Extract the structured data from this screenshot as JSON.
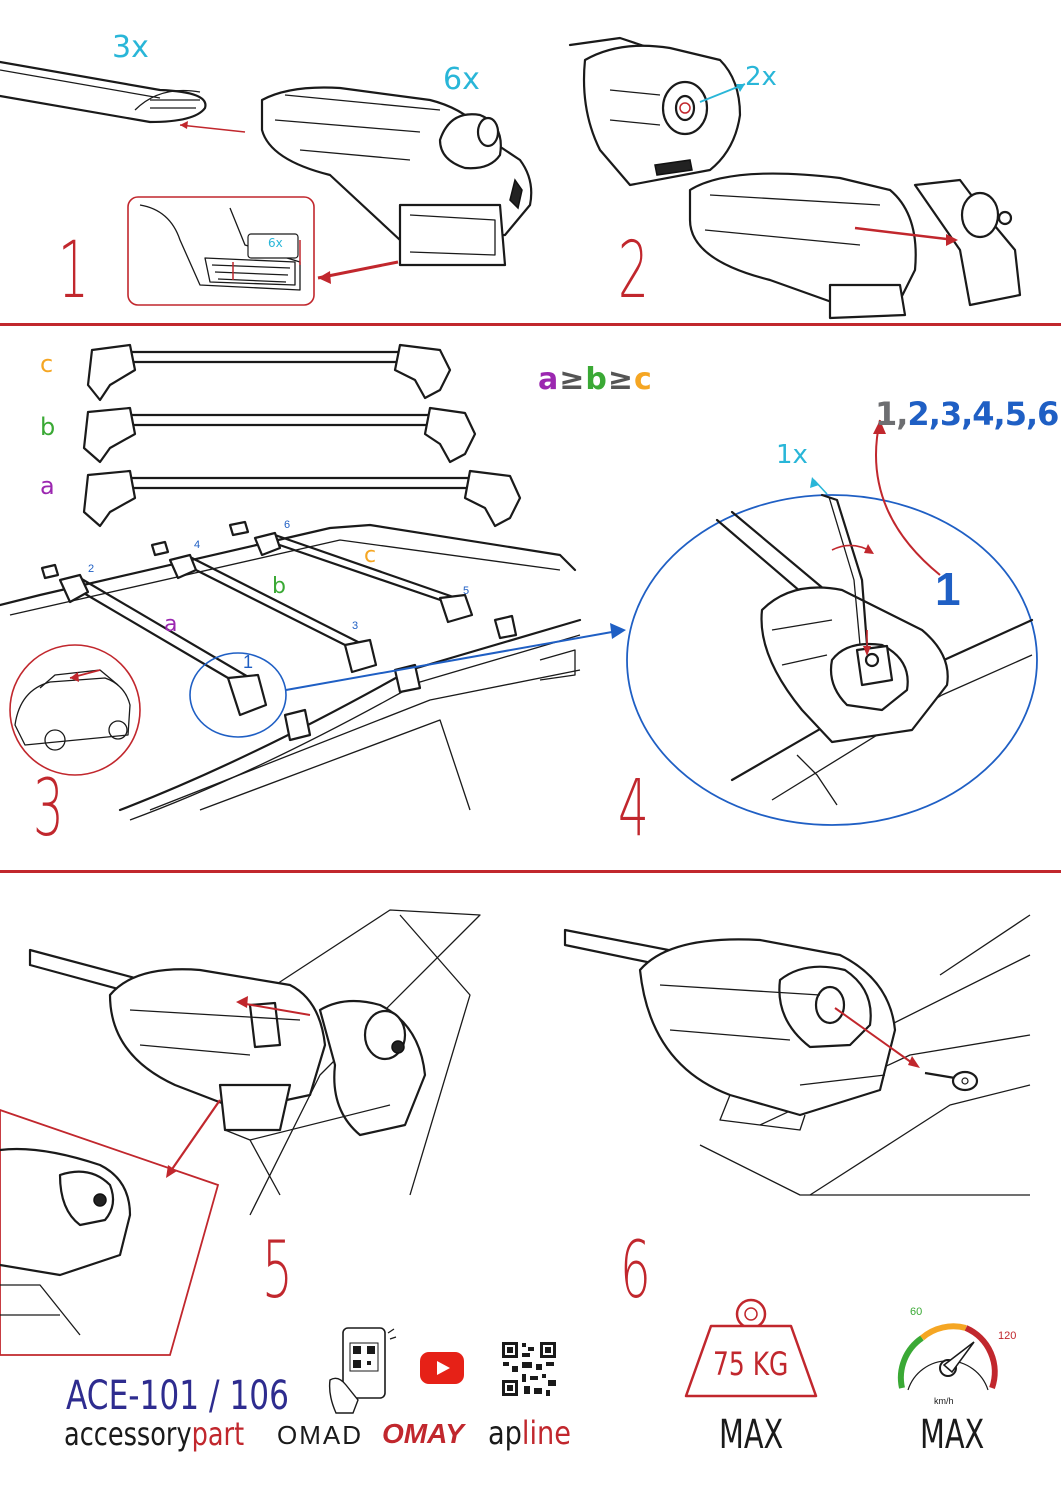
{
  "steps": {
    "s1": {
      "number": "1",
      "qty_bar": "3x",
      "qty_foot": "6x",
      "qty_pad": "6x"
    },
    "s2": {
      "number": "2",
      "qty_key": "2x"
    },
    "s3": {
      "number": "3",
      "bar_c": "c",
      "bar_b": "b",
      "bar_a": "a",
      "rule_a": "a",
      "rule_ge1": "≥",
      "rule_b": "b",
      "rule_ge2": "≥",
      "rule_c": "c",
      "roof_a": "a",
      "roof_b": "b",
      "roof_c": "c",
      "pos1": "1",
      "pos2": "2",
      "pos3": "3",
      "pos4": "4",
      "pos5": "5",
      "pos6": "6"
    },
    "s4": {
      "number": "4",
      "qty_tool": "1x",
      "order_first": "1,",
      "order_rest": "2,3,4,5,6",
      "start": "1"
    },
    "s5": {
      "number": "5"
    },
    "s6": {
      "number": "6"
    }
  },
  "footer": {
    "model": "ACE-101 / 106",
    "brand1_a": "accessory",
    "brand1_b": "part",
    "brand2": "OMAD",
    "brand3": "OMAY",
    "brand4_a": "ap",
    "brand4_b": "line",
    "weight_label": "75 KG",
    "weight_max": "MAX",
    "speed_low": "60",
    "speed_high": "120",
    "speed_unit": "km/h",
    "speed_max": "MAX",
    "icons": [
      "phone-scan-icon",
      "youtube-icon",
      "qr-code-icon",
      "weight-icon",
      "speedometer-icon"
    ]
  },
  "colors": {
    "accent_red": "#c1272d",
    "cyan": "#29b6d8",
    "blue": "#1f5fc4",
    "orange": "#f5a623",
    "green": "#3aa935",
    "purple": "#9b27b0",
    "grey": "#6d6e71"
  }
}
